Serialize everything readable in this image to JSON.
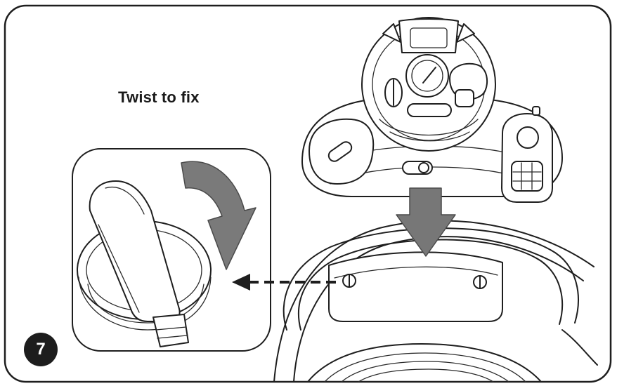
{
  "caption": "Twist to fix",
  "step_number": "7",
  "icons": {
    "steering_wheel_toy": "steering-wheel-toy-illustration",
    "knob_detail": "twist-knob-illustration",
    "rotate_arrow": "curved-arrow",
    "down_arrow": "arrow-down",
    "pointer_arrow": "dashed-arrow-left",
    "tray": "tray-mounting-plate-illustration"
  },
  "colors": {
    "line": "#1e1e1e",
    "arrow_fill": "#777777",
    "badge": "#1d1d1d",
    "background": "#ffffff"
  }
}
